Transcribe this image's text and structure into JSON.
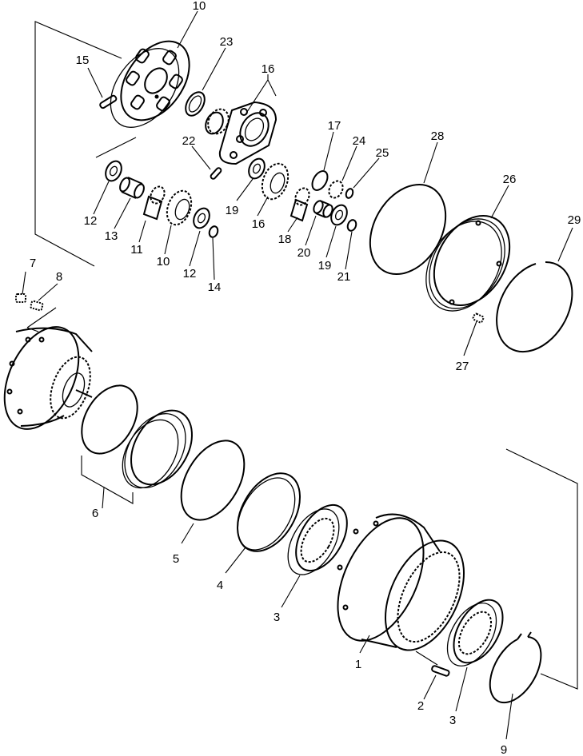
{
  "diagram": {
    "callouts": [
      {
        "id": "c10a",
        "text": "10"
      },
      {
        "id": "c23",
        "text": "23"
      },
      {
        "id": "c16a",
        "text": "16"
      },
      {
        "id": "c15",
        "text": "15"
      },
      {
        "id": "c22",
        "text": "22"
      },
      {
        "id": "c17",
        "text": "17"
      },
      {
        "id": "c24",
        "text": "24"
      },
      {
        "id": "c25",
        "text": "25"
      },
      {
        "id": "c28",
        "text": "28"
      },
      {
        "id": "c26",
        "text": "26"
      },
      {
        "id": "c29",
        "text": "29"
      },
      {
        "id": "c12a",
        "text": "12"
      },
      {
        "id": "c13",
        "text": "13"
      },
      {
        "id": "c11",
        "text": "11"
      },
      {
        "id": "c10b",
        "text": "10"
      },
      {
        "id": "c12b",
        "text": "12"
      },
      {
        "id": "c14",
        "text": "14"
      },
      {
        "id": "c19a",
        "text": "19"
      },
      {
        "id": "c16b",
        "text": "16"
      },
      {
        "id": "c18",
        "text": "18"
      },
      {
        "id": "c20",
        "text": "20"
      },
      {
        "id": "c19b",
        "text": "19"
      },
      {
        "id": "c21",
        "text": "21"
      },
      {
        "id": "c7",
        "text": "7"
      },
      {
        "id": "c8",
        "text": "8"
      },
      {
        "id": "c27",
        "text": "27"
      },
      {
        "id": "c6",
        "text": "6"
      },
      {
        "id": "c5",
        "text": "5"
      },
      {
        "id": "c4",
        "text": "4"
      },
      {
        "id": "c3a",
        "text": "3"
      },
      {
        "id": "c1",
        "text": "1"
      },
      {
        "id": "c2",
        "text": "2"
      },
      {
        "id": "c3b",
        "text": "3"
      },
      {
        "id": "c9",
        "text": "9"
      }
    ]
  }
}
